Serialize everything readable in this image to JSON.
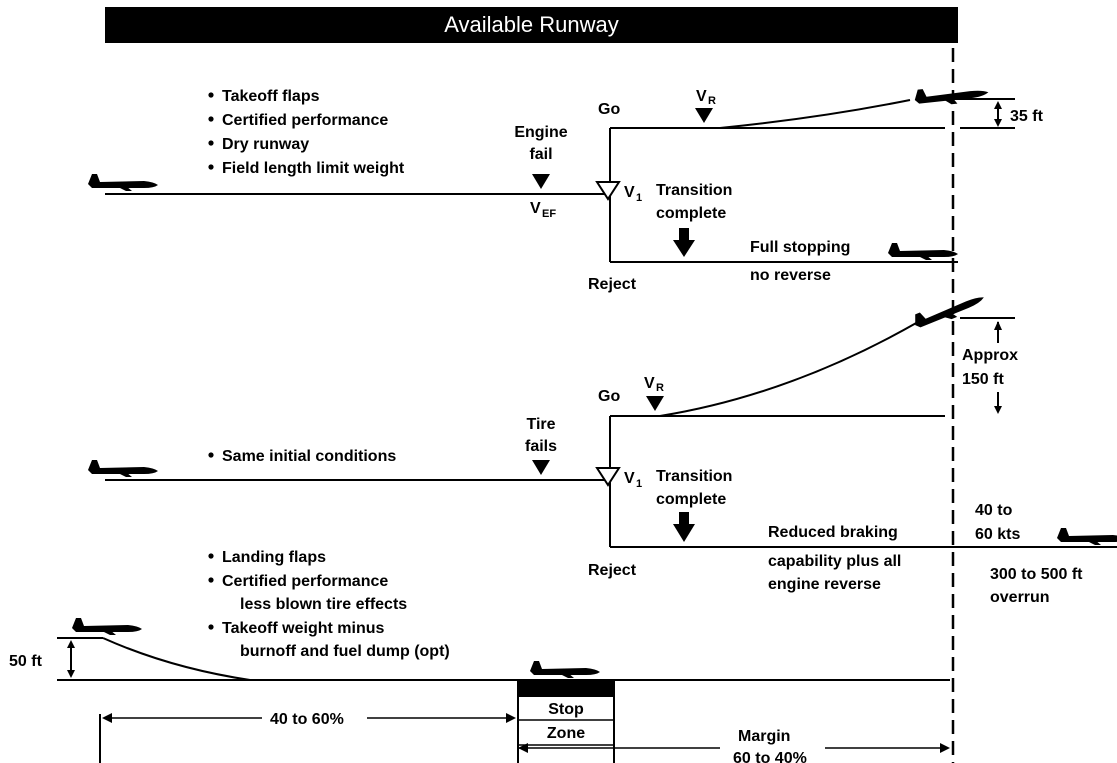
{
  "header": {
    "title": "Available Runway"
  },
  "scenario_engine": {
    "conditions": [
      "Takeoff flaps",
      "Certified performance",
      "Dry runway",
      "Field length limit weight"
    ],
    "event_label": [
      "Engine",
      "fail"
    ],
    "v_ef": {
      "main": "V",
      "sub": "EF"
    },
    "v_1": {
      "main": "V",
      "sub": "1"
    },
    "v_r": {
      "main": "V",
      "sub": "R"
    },
    "go": "Go",
    "reject": "Reject",
    "transition": [
      "Transition",
      "complete"
    ],
    "stopping": [
      "Full stopping",
      "no reverse"
    ],
    "height": "35 ft"
  },
  "scenario_tire": {
    "conditions": [
      "Same initial conditions"
    ],
    "event_label": [
      "Tire",
      "fails"
    ],
    "v_1": {
      "main": "V",
      "sub": "1"
    },
    "v_r": {
      "main": "V",
      "sub": "R"
    },
    "go": "Go",
    "reject": "Reject",
    "transition": [
      "Transition",
      "complete"
    ],
    "height": [
      "Approx",
      "150 ft"
    ],
    "speed": [
      "40 to",
      "60 kts"
    ],
    "stopping": [
      "Reduced braking",
      "capability plus all",
      "engine reverse"
    ],
    "overrun": [
      "300 to 500 ft",
      "overrun"
    ]
  },
  "landing": {
    "conditions": [
      "Landing flaps",
      "Certified performance",
      "less blown tire effects",
      "Takeoff weight minus",
      "burnoff and fuel dump (opt)"
    ],
    "height": "50 ft",
    "stop_zone": [
      "Stop",
      "Zone"
    ],
    "distance_left": "40 to 60%",
    "margin": [
      "Margin",
      "60 to 40%"
    ]
  }
}
